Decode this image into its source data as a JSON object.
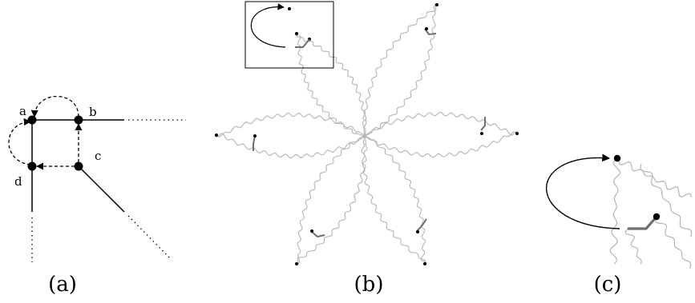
{
  "panel_a": {
    "caption": "(a)",
    "node_labels": {
      "a": "a",
      "b": "b",
      "c": "c",
      "d": "d"
    }
  },
  "panel_b": {
    "caption": "(b)"
  },
  "panel_c": {
    "caption": "(c)"
  },
  "colors": {
    "ink": "#000000",
    "star_outline": "#b4b4b4",
    "stub": "#6e6e6e"
  }
}
